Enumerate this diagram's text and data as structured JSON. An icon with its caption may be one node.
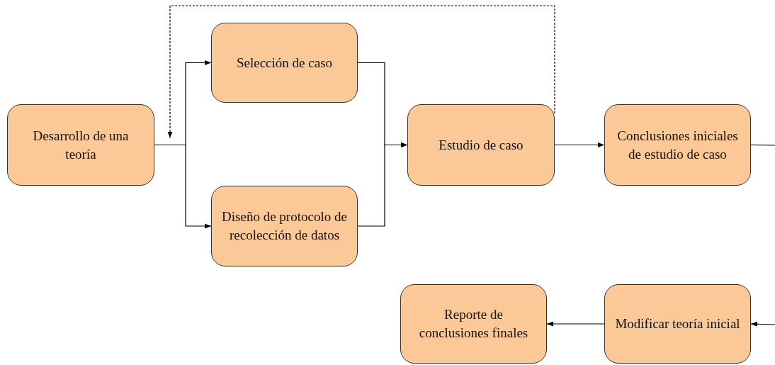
{
  "diagram": {
    "nodes": [
      {
        "text": [
          "Desarrollo de una teoría"
        ]
      },
      {
        "text": [
          "Selección de caso"
        ]
      },
      {
        "text": [
          "Diseño de protocolo de recolección de datos"
        ]
      },
      {
        "text": [
          "Estudio de caso"
        ]
      },
      {
        "text": [
          "Conclusiones iniciales de estudio de caso"
        ]
      },
      {
        "text": [
          "Reporte de conclusiones finales"
        ]
      },
      {
        "text": [
          "Modificar teoría inicial"
        ]
      }
    ],
    "edges": [
      {
        "from": 0,
        "to": 1,
        "arrow": "to"
      },
      {
        "from": 0,
        "to": 2,
        "arrow": "to"
      },
      {
        "from": 1,
        "to": 3,
        "arrow": "to"
      },
      {
        "from": 2,
        "to": 3,
        "arrow": "to"
      },
      {
        "from": 3,
        "to": 4,
        "arrow": "to"
      },
      {
        "from": 3,
        "to": 0,
        "arrow": "to",
        "style": "dashed"
      },
      {
        "from": 4,
        "to": null,
        "arrow": "none"
      },
      {
        "from": null,
        "to": 6,
        "arrow": "to"
      },
      {
        "from": 6,
        "to": 5,
        "arrow": "to"
      }
    ]
  }
}
